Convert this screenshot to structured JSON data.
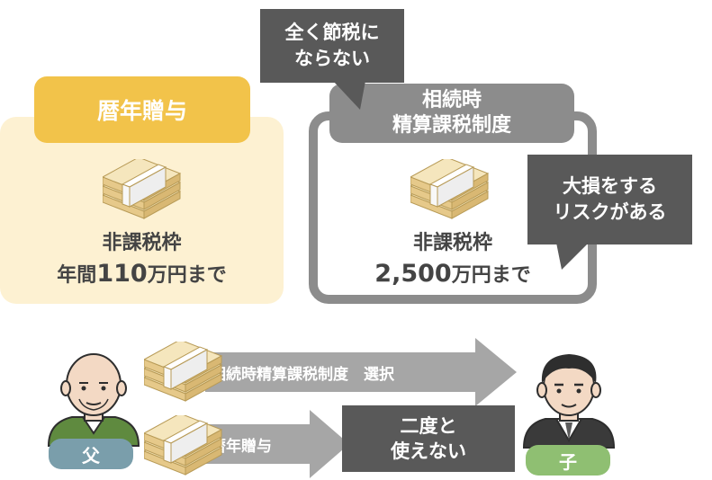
{
  "left": {
    "title": "暦年贈与",
    "label": "非課税枠",
    "amount_prefix": "年間",
    "amount_number": "110",
    "amount_suffix": "万円まで"
  },
  "right": {
    "title_line1": "相続時",
    "title_line2": "精算課税制度",
    "label": "非課税枠",
    "amount_number": "2,500",
    "amount_suffix": "万円まで"
  },
  "bubbles": {
    "top_line1": "全く節税に",
    "top_line2": "ならない",
    "right_line1": "大損をする",
    "right_line2": "リスクがある"
  },
  "arrows": {
    "top": "相続時精算課税制度　選択",
    "bottom": "暦年贈与"
  },
  "note": {
    "line1": "二度と",
    "line2": "使えない"
  },
  "people": {
    "father": "父",
    "son": "子"
  },
  "colors": {
    "yellow_panel": "#fdf1d2",
    "yellow_title": "#f2c34a",
    "gray_panel": "#8c8c8c",
    "dark": "#595959",
    "father_badge": "#7a9eab",
    "son_badge": "#8fbf72"
  }
}
